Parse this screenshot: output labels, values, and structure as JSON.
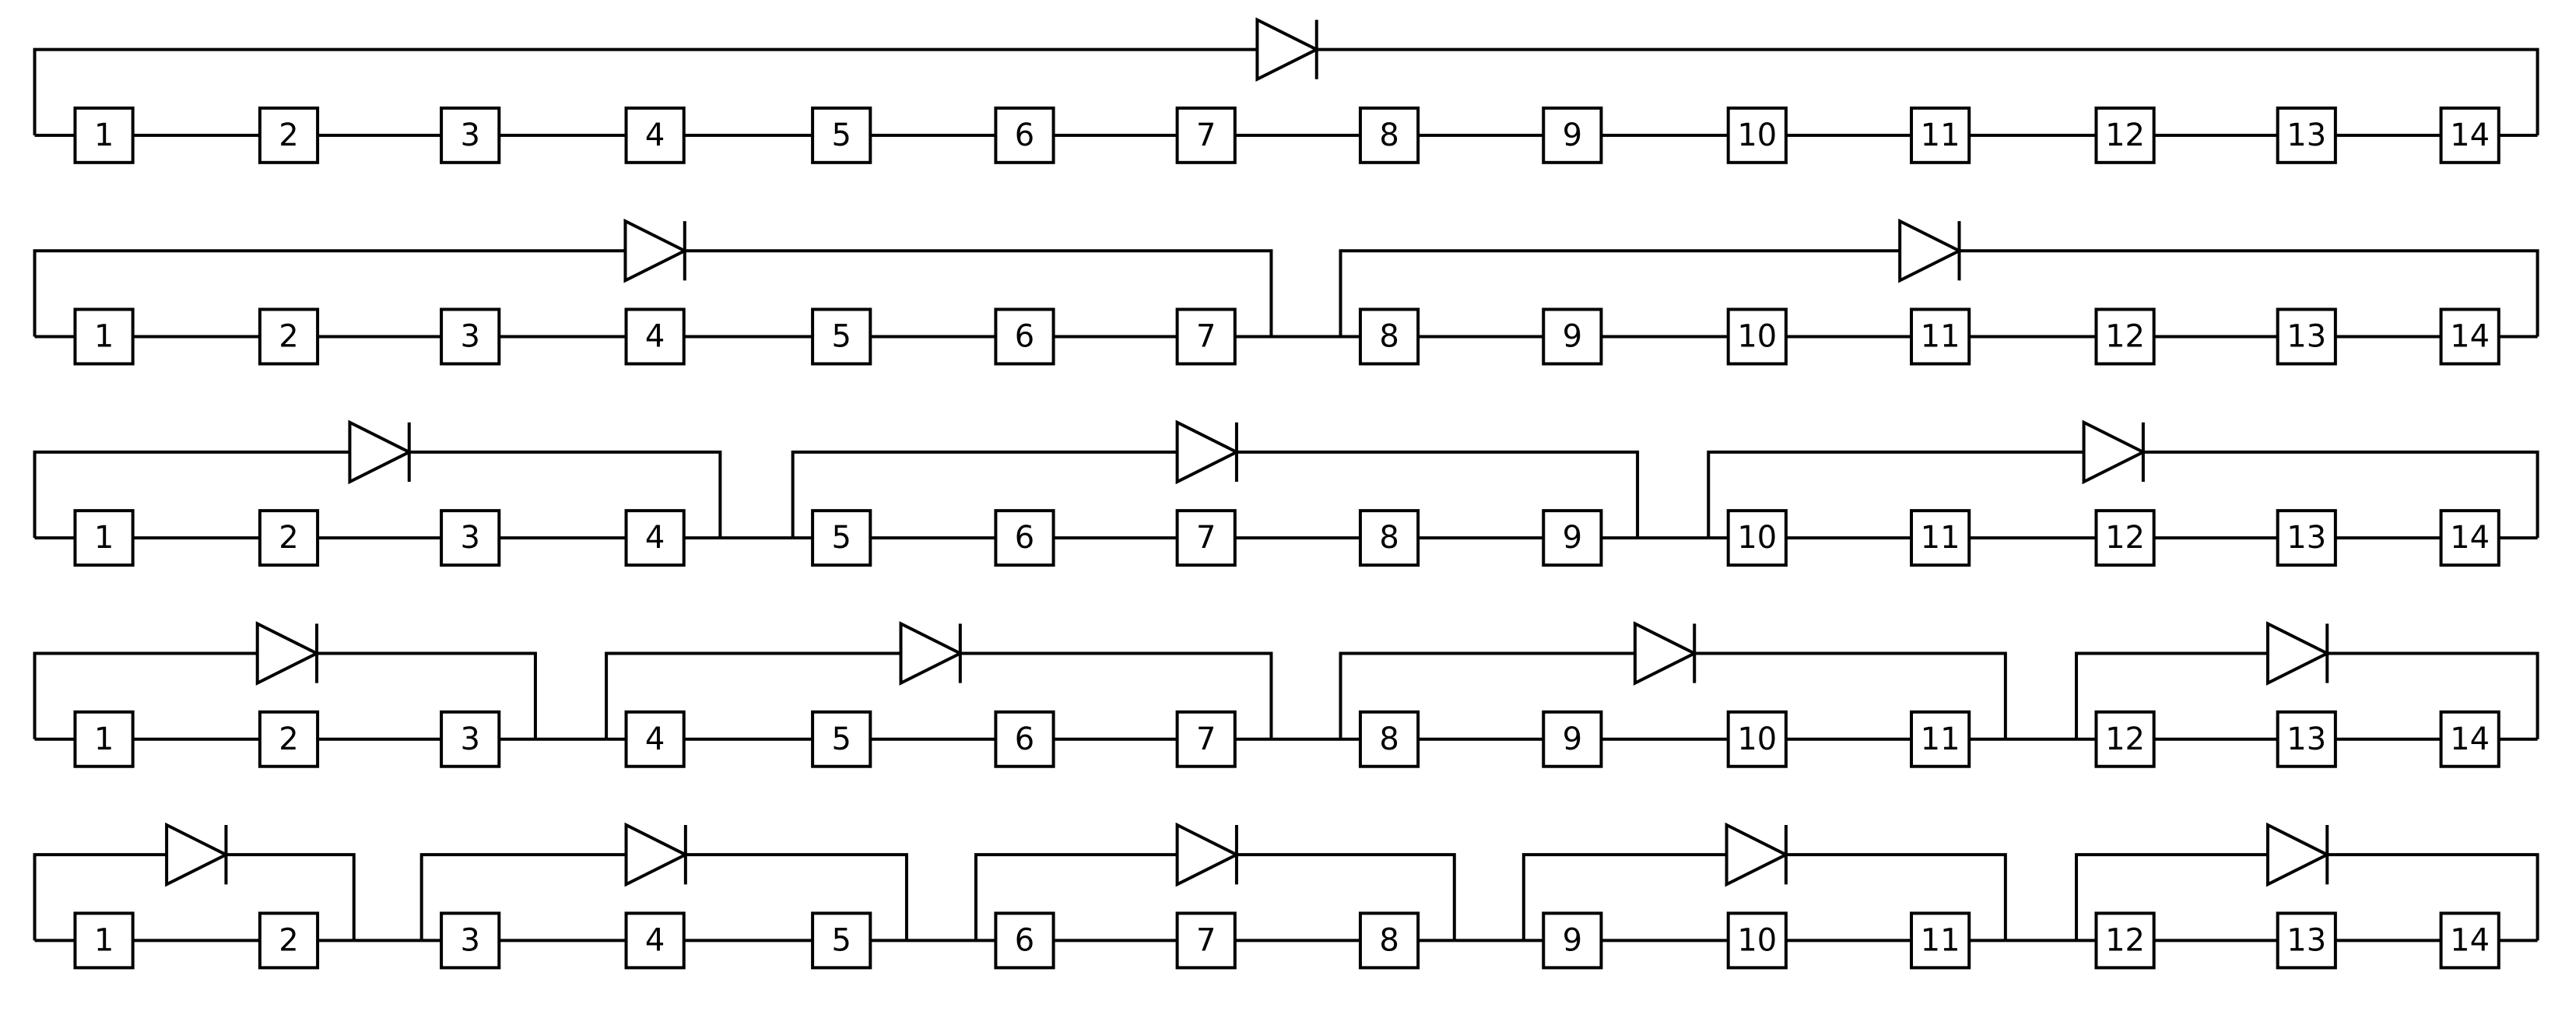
{
  "diagram": {
    "rows": [
      {
        "name": "row-1",
        "groups": [
          [
            1,
            2,
            3,
            4,
            5,
            6,
            7,
            8,
            9,
            10,
            11,
            12,
            13,
            14
          ]
        ]
      },
      {
        "name": "row-2",
        "groups": [
          [
            1,
            2,
            3,
            4,
            5,
            6,
            7
          ],
          [
            8,
            9,
            10,
            11,
            12,
            13,
            14
          ]
        ]
      },
      {
        "name": "row-3",
        "groups": [
          [
            1,
            2,
            3,
            4
          ],
          [
            5,
            6,
            7,
            8,
            9
          ],
          [
            10,
            11,
            12,
            13,
            14
          ]
        ]
      },
      {
        "name": "row-4",
        "groups": [
          [
            1,
            2,
            3
          ],
          [
            4,
            5,
            6,
            7
          ],
          [
            8,
            9,
            10,
            11
          ],
          [
            12,
            13,
            14
          ]
        ]
      },
      {
        "name": "row-5",
        "groups": [
          [
            1,
            2
          ],
          [
            3,
            4,
            5
          ],
          [
            6,
            7,
            8
          ],
          [
            9,
            10,
            11
          ],
          [
            12,
            13,
            14
          ]
        ]
      }
    ],
    "colors": {
      "line": "#000000",
      "background": "#ffffff"
    }
  }
}
